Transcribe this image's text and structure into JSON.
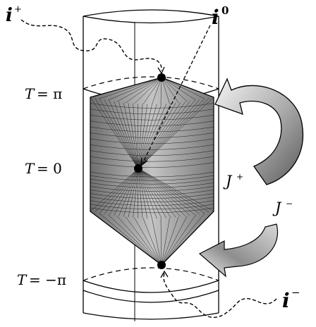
{
  "labels": {
    "i_plus": "i",
    "i_plus_sup": "+",
    "i_zero": "i",
    "i_zero_sup": "0",
    "i_minus": "i",
    "i_minus_sup": "−",
    "j_plus": "J",
    "j_plus_sup": "+",
    "j_minus": "J",
    "j_minus_sup": "−",
    "t_pi_lhs": "T",
    "t_pi_rhs": "= π",
    "t_zero_lhs": "T",
    "t_zero_rhs": "= 0",
    "t_negpi_lhs": "T",
    "t_negpi_rhs": "= −π"
  },
  "colors": {
    "line": "#000000",
    "surface_fill": "#9a9a9a",
    "arrow_light": "#f2f2f2",
    "arrow_dark": "#6a6a6a"
  }
}
